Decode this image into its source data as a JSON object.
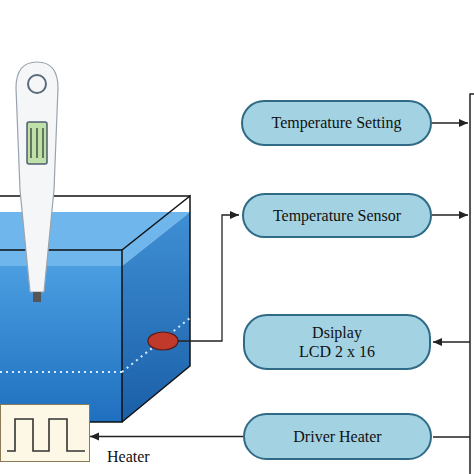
{
  "diagram": {
    "nodes": [
      {
        "text": [
          "Temperature Setting"
        ]
      },
      {
        "text": [
          "Temperature Sensor"
        ]
      },
      {
        "text": [
          "Dsiplay LCD 2 x 16"
        ]
      },
      {
        "text": [
          "Heater"
        ]
      },
      {
        "text": [
          "Driver Heater"
        ]
      }
    ],
    "edges": [
      {
        "from": 4,
        "to": 3,
        "arrow": "to"
      }
    ]
  }
}
